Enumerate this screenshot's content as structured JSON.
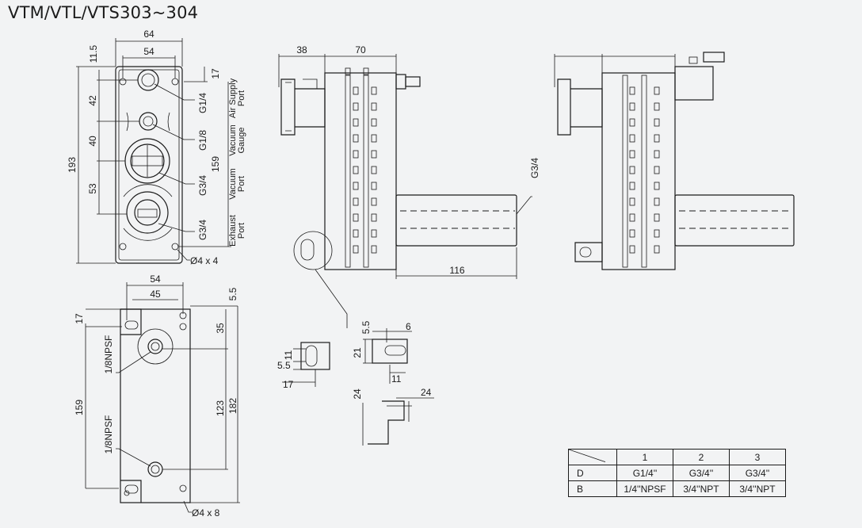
{
  "title": "VTM/VTL/VTS303~304",
  "front_view": {
    "dims": {
      "w64": "64",
      "w54": "54",
      "d11_5": "11.5",
      "d42": "42",
      "d40": "40",
      "d53": "53",
      "d193": "193",
      "d159": "159",
      "d17": "17"
    },
    "callouts": {
      "g1_4": "G1/4",
      "g1_8": "G1/8",
      "g3_4a": "G3/4",
      "g3_4b": "G3/4",
      "holes": "Ø4 x 4"
    },
    "port_labels": {
      "air_supply": [
        "Air Supply",
        "Port"
      ],
      "vacuum_gauge": [
        "Vacuum",
        "Gauge"
      ],
      "vacuum_port": [
        "Vacuum",
        "Port"
      ],
      "exhaust": [
        "Exhaust",
        "Port"
      ]
    }
  },
  "side_view": {
    "dims": {
      "d38": "38",
      "d70": "70",
      "d116": "116"
    },
    "callout": "G3/4"
  },
  "bottom_view": {
    "dims": {
      "w54": "54",
      "w45": "45",
      "d5_5": "5.5",
      "d17": "17",
      "d35": "35",
      "d159": "159",
      "d123": "123",
      "d182": "182"
    },
    "callouts": {
      "npsf_top": "1/8NPSF",
      "npsf_bottom": "1/8NPSF",
      "holes": "Ø4 x 8"
    }
  },
  "detail": {
    "dims": {
      "d5_5a": "5.5",
      "d6": "6",
      "d11a": "11",
      "d5_5b": "5.5",
      "d17": "17",
      "d21": "21",
      "d11b": "11",
      "d24a": "24",
      "d24b": "24"
    }
  },
  "port_table": {
    "columns": [
      "1",
      "2",
      "3"
    ],
    "rows": [
      {
        "label": "D",
        "cells": [
          "G1/4''",
          "G3/4''",
          "G3/4''"
        ]
      },
      {
        "label": "B",
        "cells": [
          "1/4''NPSF",
          "3/4''NPT",
          "3/4''NPT"
        ]
      }
    ]
  }
}
